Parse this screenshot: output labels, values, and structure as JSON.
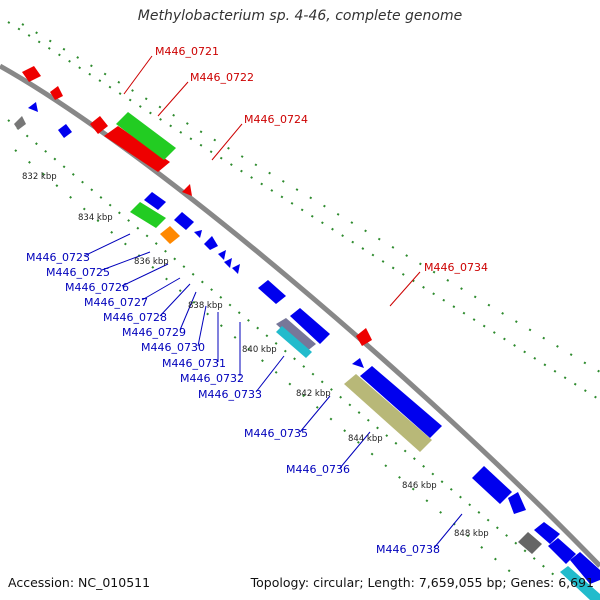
{
  "header": {
    "title": "Methylobacterium sp. 4-46, complete genome"
  },
  "footer": {
    "accession": "Accession: NC_010511",
    "topology_prefix": "Topology: circular; Length: ",
    "length": "7,659,055 bp",
    "genes_prefix": "; Genes: ",
    "genes": "6,691"
  },
  "colors": {
    "backbone": "#888888",
    "forward_gene": "#ff0000",
    "reverse_gene": "#0000ee",
    "gc_dots": "#2e8b2e",
    "label_forward": "#cc0000",
    "label_reverse": "#0000bb"
  },
  "scale_ticks": [
    "832 kbp",
    "834 kbp",
    "836 kbp",
    "838 kbp",
    "840 kbp",
    "842 kbp",
    "844 kbp",
    "846 kbp",
    "848 kbp"
  ],
  "gene_labels_top": [
    "M446_0721",
    "M446_0722",
    "M446_0724",
    "M446_0734"
  ],
  "gene_labels_bottom": [
    "M446_0723",
    "M446_0725",
    "M446_0726",
    "M446_0727",
    "M446_0728",
    "M446_0729",
    "M446_0730",
    "M446_0731",
    "M446_0732",
    "M446_0733",
    "M446_0735",
    "M446_0736",
    "M446_0738"
  ]
}
